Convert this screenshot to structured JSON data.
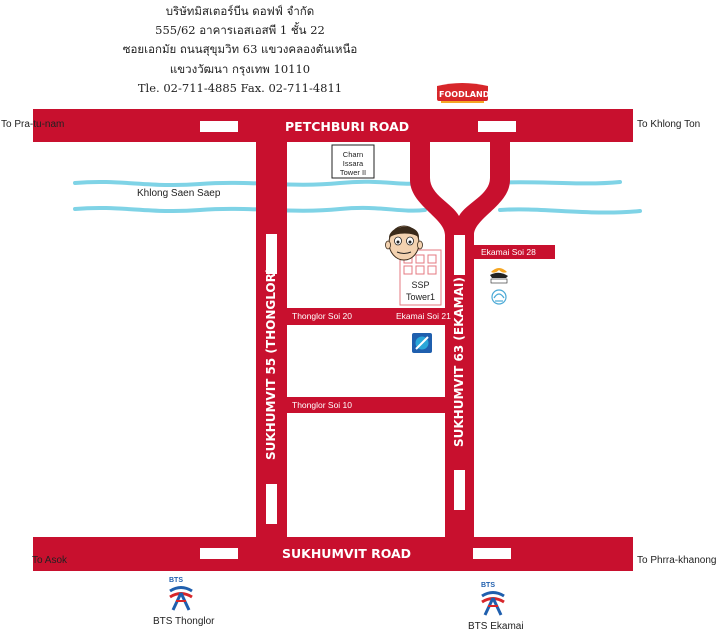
{
  "company": {
    "name": "บริษัทมิสเตอร์บีน ดอฟฟ์ จำกัด",
    "address_line1": "555/62 อาคารเอสเอสพี 1 ชั้น 22",
    "address_line2": "ซอยเอกมัย ถนนสุขุมวิท 63 แขวงคลองตันเหนือ",
    "address_line3": "แขวงวัฒนา กรุงเทพ 10110",
    "phone_fax": "Tle. 02-711-4885 Fax. 02-711-4811"
  },
  "roads": {
    "petchburi": "PETCHBURI ROAD",
    "sukhumvit": "SUKHUMVIT ROAD",
    "thonglor": "SUKHUMVIT 55 (THONGLOR)",
    "ekamai": "SUKHUMVIT 63 (EKAMAI)",
    "thonglor_soi20": "Thonglor Soi 20",
    "ekamai_soi21": "Ekamai Soi 21",
    "thonglor_soi10": "Thonglor Soi 10",
    "ekamai_soi28": "Ekamai Soi 28"
  },
  "directions": {
    "top_left": "To Pra-tu-nam",
    "top_right": "To Khlong Ton",
    "bottom_left": "To Asok",
    "bottom_right": "To Phrra-khanong"
  },
  "landmarks": {
    "charn_issara": "Charn Issara Tower II",
    "canal": "Khlong Saen Saep",
    "ssp_tower": "SSP Tower1",
    "foodland": "FOODLAND",
    "bts_thonglor": "BTS Thonglor",
    "bts_ekamai": "BTS Ekamai",
    "bts_logo_text": "BTS"
  },
  "icons": [
    "mr-bean-face-icon",
    "building-icon",
    "shell-station-icon",
    "bank-icon",
    "bts-logo-icon",
    "foodland-logo-icon",
    "supermarket-icon"
  ],
  "colors": {
    "road": "#c8102e",
    "canal": "#7fd3e6",
    "text": "#222222",
    "bts_blue": "#1f5fae",
    "bts_red": "#d7262a"
  }
}
